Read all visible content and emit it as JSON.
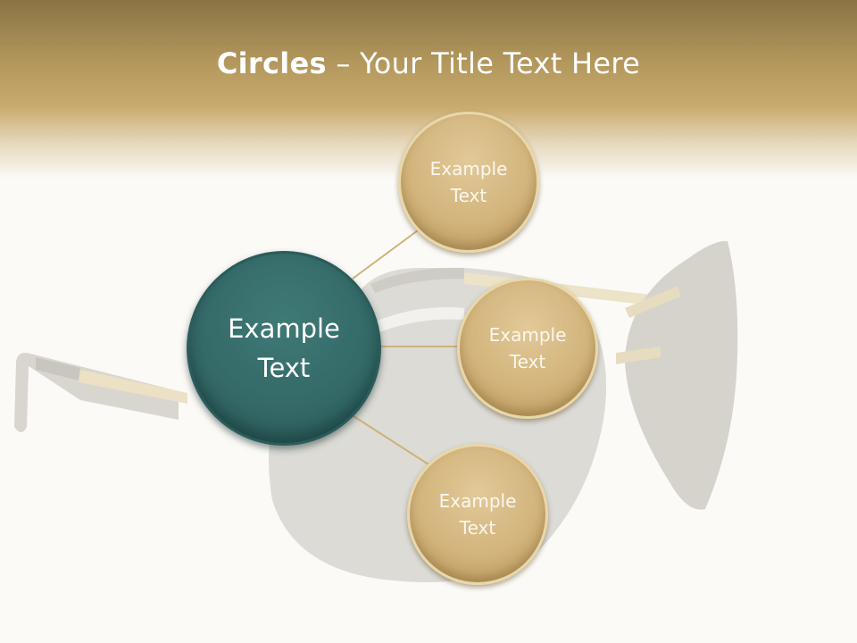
{
  "slide": {
    "title_bold": "Circles",
    "title_rest": " – Your Title Text Here"
  },
  "center_circle": {
    "line1": "Example",
    "line2": "Text",
    "color": "#336866"
  },
  "satellites": [
    {
      "line1": "Example",
      "line2": "Text"
    },
    {
      "line1": "Example",
      "line2": "Text"
    },
    {
      "line1": "Example",
      "line2": "Text"
    }
  ],
  "colors": {
    "gold": "#d2b47c",
    "teal": "#336866",
    "header": "#b3975c"
  }
}
